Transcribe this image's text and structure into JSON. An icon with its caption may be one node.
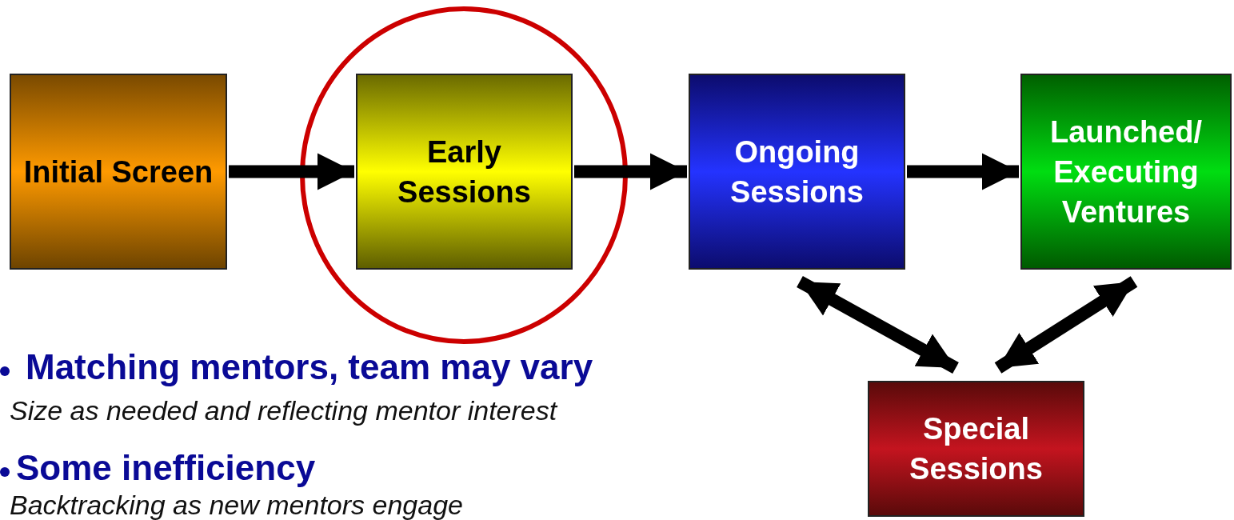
{
  "diagram": {
    "nodes": [
      {
        "text": [
          "Initial Screen"
        ]
      },
      {
        "text": [
          "Early Sessions"
        ]
      },
      {
        "text": [
          "Ongoing Sessions"
        ]
      },
      {
        "text": [
          "Launched/ Executing Ventures"
        ]
      },
      {
        "text": [
          "Special Sessions"
        ]
      }
    ],
    "edges": [
      {
        "from": 0,
        "to": 1,
        "arrow": "to"
      },
      {
        "from": 1,
        "to": 2,
        "arrow": "to"
      },
      {
        "from": 2,
        "to": 3,
        "arrow": "to"
      },
      {
        "from": 2,
        "to": 4,
        "arrow": "both"
      },
      {
        "from": 3,
        "to": 4,
        "arrow": "both"
      }
    ],
    "labels": [
      "Matching mentors, team may vary",
      "Size as needed and reflecting mentor interest",
      "Some inefficiency",
      "Backtracking as new mentors engage"
    ]
  }
}
